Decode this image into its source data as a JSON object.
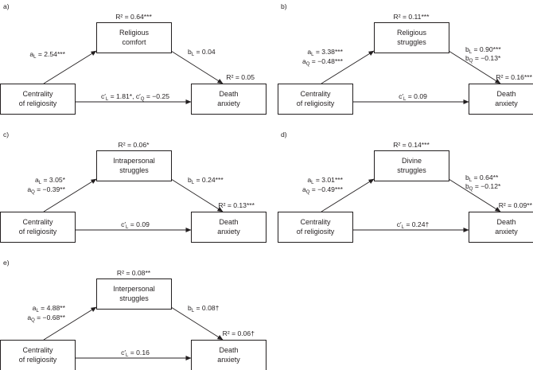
{
  "panels": [
    {
      "id": "a",
      "label": "a)",
      "x": "Centrality of religiosity",
      "x_lines": [
        "Centrality",
        "of religiosity"
      ],
      "m_lines": [
        "Religious",
        "comfort"
      ],
      "y_lines": [
        "Death",
        "anxiety"
      ],
      "r2_m": "R² = 0.64***",
      "r2_y": "R² = 0.05",
      "a_path": [
        "aL = 2.54***"
      ],
      "b_path": [
        "bL = 0.04"
      ],
      "c_path": "c′L = 1.81*, c′Q = −0.25"
    },
    {
      "id": "b",
      "label": "b)",
      "x_lines": [
        "Centrality",
        "of religiosity"
      ],
      "m_lines": [
        "Religious",
        "struggles"
      ],
      "y_lines": [
        "Death",
        "anxiety"
      ],
      "r2_m": "R² = 0.11***",
      "r2_y": "R² = 0.16***",
      "a_path": [
        "aL = 3.38***",
        "aQ = −0.48***"
      ],
      "b_path": [
        "bL = 0.90***",
        "bQ = −0.13*"
      ],
      "c_path": "c′L = 0.09"
    },
    {
      "id": "c",
      "label": "c)",
      "x_lines": [
        "Centrality",
        "of religiosity"
      ],
      "m_lines": [
        "Intrapersonal",
        "struggles"
      ],
      "y_lines": [
        "Death",
        "anxiety"
      ],
      "r2_m": "R² = 0.06*",
      "r2_y": "R² = 0.13***",
      "a_path": [
        "aL = 3.05*",
        "aQ = −0.39**"
      ],
      "b_path": [
        "bL = 0.24***"
      ],
      "c_path": "c′L = 0.09"
    },
    {
      "id": "d",
      "label": "d)",
      "x_lines": [
        "Centrality",
        "of religiosity"
      ],
      "m_lines": [
        "Divine",
        "struggles"
      ],
      "y_lines": [
        "Death",
        "anxiety"
      ],
      "r2_m": "R² = 0.14***",
      "r2_y": "R² = 0.09**",
      "a_path": [
        "aL = 3.01***",
        "aQ = −0.49***"
      ],
      "b_path": [
        "bL = 0.64**",
        "bQ = −0.12*"
      ],
      "c_path": "c′L = 0.24†"
    },
    {
      "id": "e",
      "label": "e)",
      "x_lines": [
        "Centrality",
        "of religiosity"
      ],
      "m_lines": [
        "Interpersonal",
        "struggles"
      ],
      "y_lines": [
        "Death",
        "anxiety"
      ],
      "r2_m": "R² = 0.08**",
      "r2_y": "R² = 0.06†",
      "a_path": [
        "aL = 4.88**",
        "aQ = −0.68**"
      ],
      "b_path": [
        "bL = 0.08†"
      ],
      "c_path": "c′L = 0.16"
    }
  ]
}
